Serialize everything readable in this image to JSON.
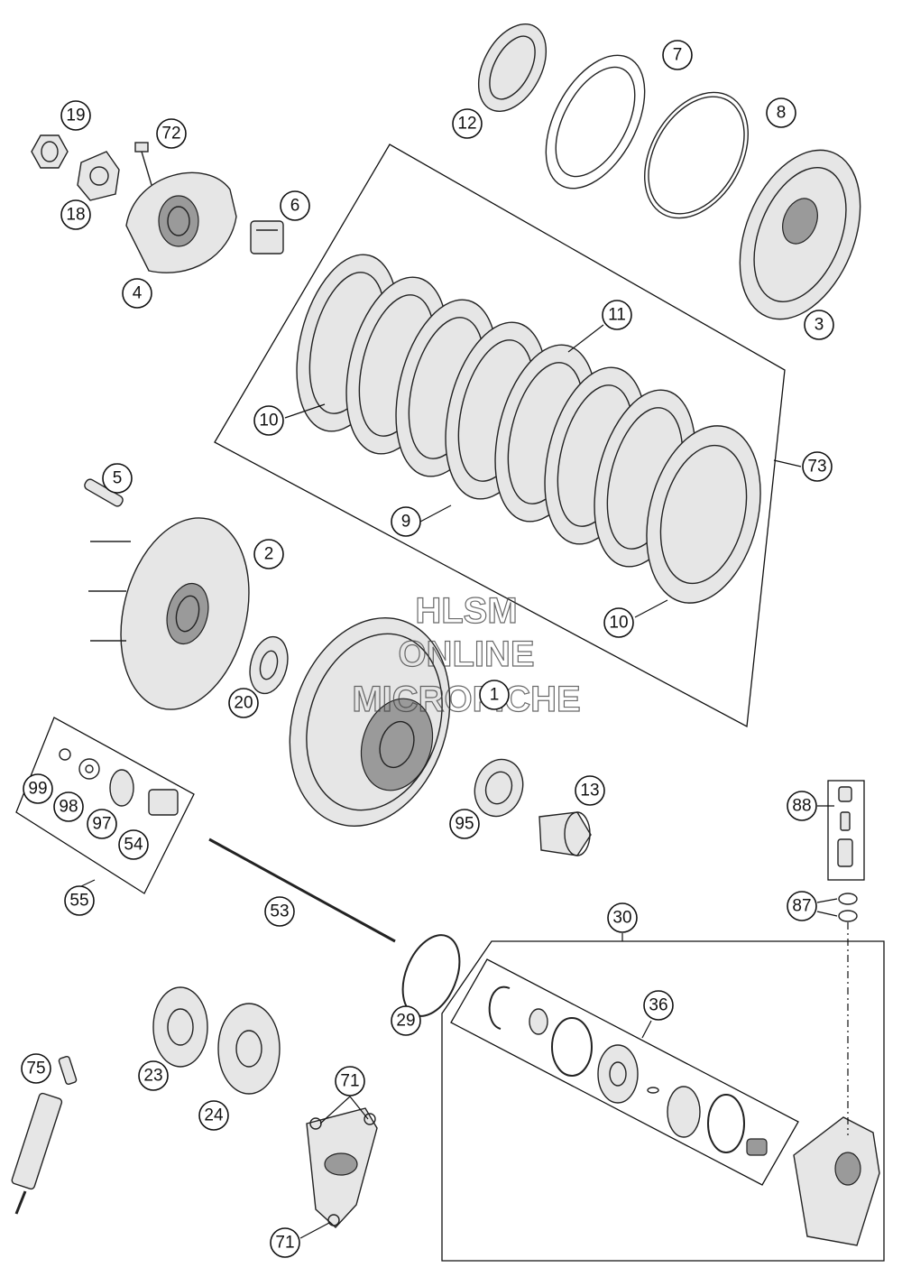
{
  "watermark": {
    "line1": "HLSM",
    "line2": "ONLINE",
    "line3": "MICROFICHE"
  },
  "callouts": [
    {
      "id": "c1",
      "label": "1"
    },
    {
      "id": "c2",
      "label": "2"
    },
    {
      "id": "c3",
      "label": "3"
    },
    {
      "id": "c4",
      "label": "4"
    },
    {
      "id": "c5",
      "label": "5"
    },
    {
      "id": "c6",
      "label": "6"
    },
    {
      "id": "c7",
      "label": "7"
    },
    {
      "id": "c8",
      "label": "8"
    },
    {
      "id": "c9",
      "label": "9"
    },
    {
      "id": "c10a",
      "label": "10"
    },
    {
      "id": "c10b",
      "label": "10"
    },
    {
      "id": "c11",
      "label": "11"
    },
    {
      "id": "c12",
      "label": "12"
    },
    {
      "id": "c13",
      "label": "13"
    },
    {
      "id": "c18",
      "label": "18"
    },
    {
      "id": "c19",
      "label": "19"
    },
    {
      "id": "c20",
      "label": "20"
    },
    {
      "id": "c23",
      "label": "23"
    },
    {
      "id": "c24",
      "label": "24"
    },
    {
      "id": "c29",
      "label": "29"
    },
    {
      "id": "c30",
      "label": "30"
    },
    {
      "id": "c36",
      "label": "36"
    },
    {
      "id": "c53",
      "label": "53"
    },
    {
      "id": "c54",
      "label": "54"
    },
    {
      "id": "c55",
      "label": "55"
    },
    {
      "id": "c71a",
      "label": "71"
    },
    {
      "id": "c71b",
      "label": "71"
    },
    {
      "id": "c72",
      "label": "72"
    },
    {
      "id": "c73",
      "label": "73"
    },
    {
      "id": "c75",
      "label": "75"
    },
    {
      "id": "c87",
      "label": "87"
    },
    {
      "id": "c88",
      "label": "88"
    },
    {
      "id": "c95",
      "label": "95"
    },
    {
      "id": "c97",
      "label": "97"
    },
    {
      "id": "c98",
      "label": "98"
    },
    {
      "id": "c99",
      "label": "99"
    }
  ]
}
